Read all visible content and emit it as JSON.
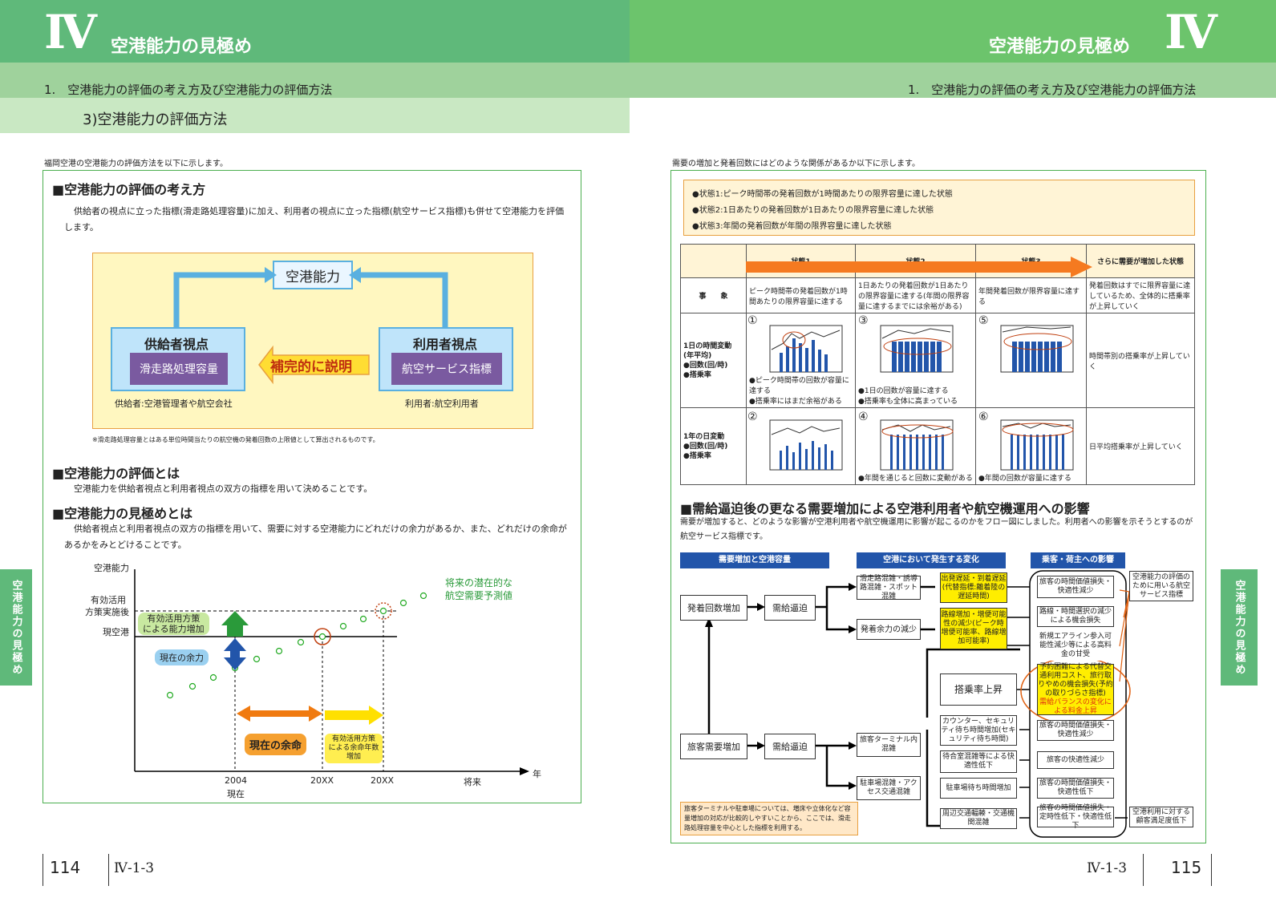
{
  "left": {
    "chapter_roman": "Ⅳ",
    "chapter_title": "空港能力の見極め",
    "section": "1.　空港能力の評価の考え方及び空港能力の評価方法",
    "subsection": "3)空港能力の評価方法",
    "intro": "福岡空港の空港能力の評価方法を以下に示します。",
    "h_concept": "■空港能力の評価の考え方",
    "p_concept": "供給者の視点に立った指標(滑走路処理容量)に加え、利用者の視点に立った指標(航空サービス指標)も併せて空港能力を評価します。",
    "diag": {
      "top": "空港能力",
      "supplier": "供給者視点",
      "supplier_metric": "滑走路処理容量",
      "supplier_note": "供給者:空港管理者や航空会社",
      "user": "利用者視点",
      "user_metric": "航空サービス指標",
      "user_note": "利用者:航空利用者",
      "arrow_label": "補完的に説明"
    },
    "footnote": "※滑走路処理容量とはある単位時間当たりの航空機の発着回数の上限値として算出されるものです。",
    "h_eval": "■空港能力の評価とは",
    "p_eval": "空港能力を供給者視点と利用者視点の双方の指標を用いて決めることです。",
    "h_mikiwame": "■空港能力の見極めとは",
    "p_mikiwame": "供給者視点と利用者視点の双方の指標を用いて、需要に対する空港能力にどれだけの余力があるか、また、どれだけの余命があるかをみとどけることです。",
    "chart": {
      "ylabel": "空港能力",
      "y_upper_1": "有効活用",
      "y_upper_2": "方策実施後",
      "y_current": "現空港",
      "legend_1": "将来の潜在的な",
      "legend_2": "航空需要予測値",
      "label_increase_1": "有効活用方策",
      "label_increase_2": "による能力増加",
      "label_margin": "現在の余力",
      "label_life": "現在の余命",
      "label_life_inc_1": "有効活用方策",
      "label_life_inc_2": "による余命年数",
      "label_life_inc_3": "増加",
      "x_2004": "2004",
      "x_now": "現在",
      "x_20xx_1": "20XX",
      "x_20xx_2": "20XX",
      "x_future": "将来",
      "xlabel": "年"
    },
    "page_num": "114",
    "page_code": "Ⅳ-1-3",
    "side_tab": "空港能力の見極め"
  },
  "right": {
    "chapter_roman": "Ⅳ",
    "chapter_title": "空港能力の見極め",
    "section": "1.　空港能力の評価の考え方及び空港能力の評価方法",
    "intro": "需要の増加と発着回数にはどのような関係があるか以下に示します。",
    "states": [
      "●状態1:ピーク時間帯の発着回数が1時間あたりの限界容量に達した状態",
      "●状態2:1日あたりの発着回数が1日あたりの限界容量に達した状態",
      "●状態3:年間の発着回数が年間の限界容量に達した状態"
    ],
    "table": {
      "headers": [
        "状態1",
        "状態2",
        "状態3",
        "さらに需要が増加した状態"
      ],
      "row1_label": "事　　象",
      "row1": [
        "ピーク時間帯の発着回数が1時間あたりの限界容量に達する",
        "1日あたりの発着回数が1日あたりの限界容量に達する(年間の限界容量に達するまでには余裕がある)",
        "年間発着回数が限界容量に達する",
        "発着回数はすでに限界容量に達しているため、全体的に搭乗率が上昇していく"
      ],
      "row2_label_1": "1日の時間変動",
      "row2_label_2": "(年平均)",
      "row2_label_3": "●回数(回/時)",
      "row2_label_4": "●搭乗率",
      "row2_notes": [
        "●ピーク時間帯の回数が容量に達する",
        "●搭乗率にはまだ余裕がある",
        "●1日の回数が容量に達する",
        "●搭乗率も全体に高まっている"
      ],
      "row2_last": "時間帯別の搭乗率が上昇していく",
      "row3_label_1": "1年の日変動",
      "row3_label_2": "●回数(回/時)",
      "row3_label_3": "●搭乗率",
      "row3_notes": [
        "●年間を通じると回数に変動がある",
        "●年間の回数が容量に達する"
      ],
      "row3_last": "日平均搭乗率が上昇していく",
      "nums": [
        "①",
        "②",
        "③",
        "④",
        "⑤",
        "⑥"
      ]
    },
    "h_impact": "■需給逼迫後の更なる需要増加による空港利用者や航空機運用への影響",
    "p_impact": "需要が増加すると、どのような影響が空港利用者や航空機運用に影響が起こるのかをフロー図にしました。利用者への影響を示そうとするのが航空サービス指標です。",
    "flow": {
      "h1": "需要増加と空港容量",
      "h2": "空港において発生する変化",
      "h3": "乗客・荷主への影響",
      "n_arrivals": "発着回数増加",
      "n_tight1": "需給逼迫",
      "n_pax": "旅客需要増加",
      "n_tight2": "需給逼迫",
      "n_runway": "滑走路混雑・誘導路混雑・スポット混雑",
      "n_delay": "出発遅延・到着遅延(代替指標:離着陸の遅延時間)",
      "n_slack": "発着余力の減少",
      "n_route": "路線増加・増便可能性の減少(ピーク時増便可能率、路線増加可能率)",
      "n_load": "搭乗率上昇",
      "n_terminal": "旅客ターミナル内混雑",
      "n_counter": "カウンター、セキュリティ待ち時間増加(セキュリティ待ち時間)",
      "n_waiting": "待合室混雑等による快適性低下",
      "n_parking": "駐車場混雑・アクセス交通混雑",
      "n_parkwait": "駐車場待ち時間増加",
      "n_traffic": "周辺交通輻輳・交通機関混雑",
      "r1": "旅客の時間価値損失・快適性減少",
      "r2": "路線・時間選択の減少による機会損失",
      "r3": "新規エアライン参入可能性減少等による高料金の甘受",
      "r4": "予約困難による代替交通利用コスト、旅行取りやめの機会損失(予約の取りづらさ指標)",
      "r4b": "需給バランスの変化による料金上昇",
      "r5": "旅客の時間価値損失・快適性減少",
      "r6": "旅客の快適性減少",
      "r7": "旅客の時間価値損失・快適性低下",
      "r8": "旅客の時間価値損失・定時性低下・快適性低下",
      "o1": "空港能力の評価のために用いる航空サービス指標",
      "o2": "空港利用に対する顧客満足度低下",
      "note": "旅客ターミナルや駐車場については、増床や立体化など容量増加の対応が比較的しやすいことから、ここでは、滑走路処理容量を中心とした指標を利用する。"
    },
    "page_num": "115",
    "page_code": "Ⅳ-1-3",
    "side_tab": "空港能力の見極め"
  }
}
